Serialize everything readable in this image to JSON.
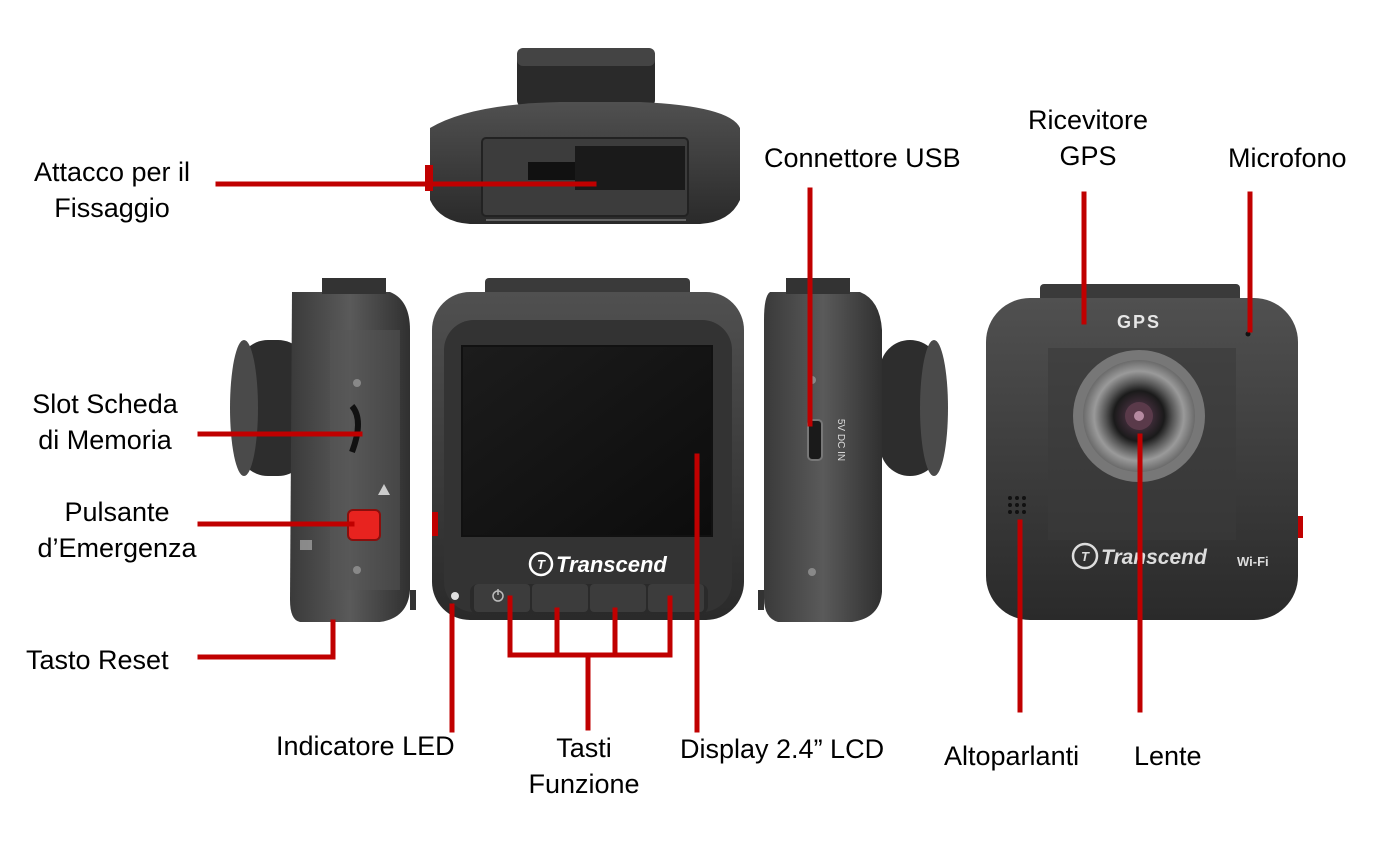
{
  "labels": {
    "mount": [
      "Attacco per il",
      "Fissaggio"
    ],
    "card_slot": [
      "Slot Scheda",
      "di Memoria"
    ],
    "emergency": [
      "Pulsante",
      "d’Emergenza"
    ],
    "reset": "Tasto Reset",
    "led": "Indicatore  LED",
    "function_keys": [
      "Tasti",
      "Funzione"
    ],
    "display": "Display 2.4” LCD",
    "usb": "Connettore  USB",
    "gps": [
      "Ricevitore",
      "GPS"
    ],
    "mic": "Microfono",
    "speaker": "Altoparlanti",
    "lens": "Lente"
  },
  "device_text": {
    "brand": "Transcend",
    "gps_badge": "GPS",
    "wifi": "Wi-Fi",
    "dc_in": "5V DC IN"
  },
  "colors": {
    "callout": "#c00000",
    "body_dark": "#2b2b2b",
    "body_mid": "#4a4a4a",
    "button_red": "#e8231f"
  }
}
